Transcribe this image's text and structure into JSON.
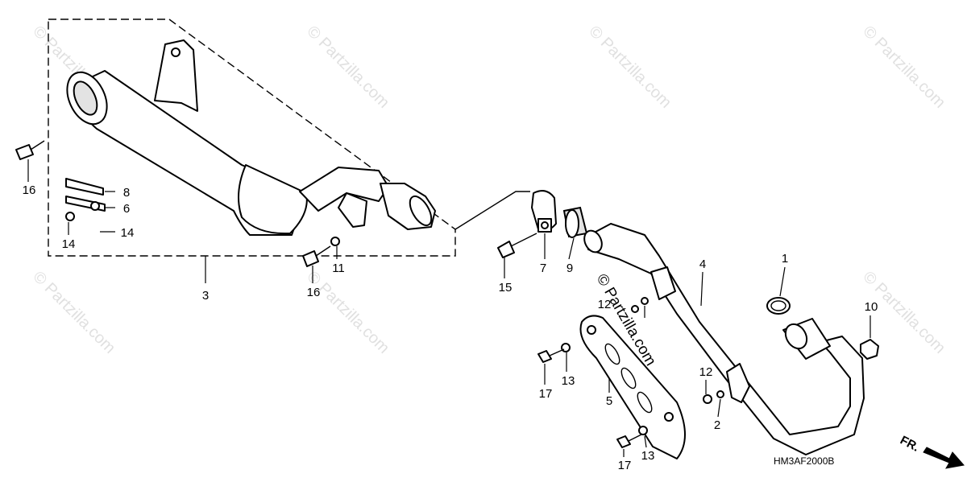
{
  "diagram_code": "HM3AF2000B",
  "front_indicator": "FR.",
  "watermark": "© Partzilla.com",
  "callouts": {
    "c1": "1",
    "c2": "2",
    "c3": "3",
    "c4": "4",
    "c5": "5",
    "c6": "6",
    "c7": "7",
    "c8": "8",
    "c9": "9",
    "c10": "10",
    "c11": "11",
    "c12a": "12",
    "c12b": "12",
    "c13a": "13",
    "c13b": "13",
    "c14a": "14",
    "c14b": "14",
    "c15": "15",
    "c16a": "16",
    "c16b": "16",
    "c17a": "17",
    "c17b": "17"
  }
}
